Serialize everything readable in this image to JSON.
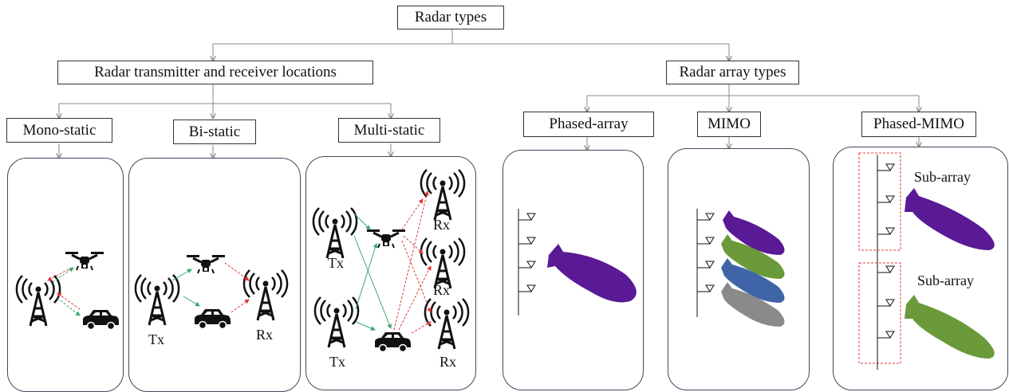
{
  "root": {
    "label": "Radar types"
  },
  "location": {
    "title": "Radar transmitter and receiver locations",
    "mono": {
      "title": "Mono-static"
    },
    "bi": {
      "title": "Bi-static",
      "tx": "Tx",
      "rx": "Rx"
    },
    "multi": {
      "title": "Multi-static",
      "tx1": "Tx",
      "tx2": "Tx",
      "rx1": "Rx",
      "rx2": "Rx",
      "rx3": "Rx"
    }
  },
  "array": {
    "title": "Radar array types",
    "phased": {
      "title": "Phased-array"
    },
    "mimo": {
      "title": "MIMO"
    },
    "phased_mimo": {
      "title": "Phased-MIMO",
      "sub1": "Sub-array",
      "sub2": "Sub-array"
    }
  },
  "colors": {
    "purple": "#5a1a96",
    "green": "#6a9a3a",
    "blue": "#3f64a8",
    "gray": "#8a8a8a",
    "tx_arrow": "#3aaa6a",
    "rx_arrow": "#e03a3a"
  }
}
